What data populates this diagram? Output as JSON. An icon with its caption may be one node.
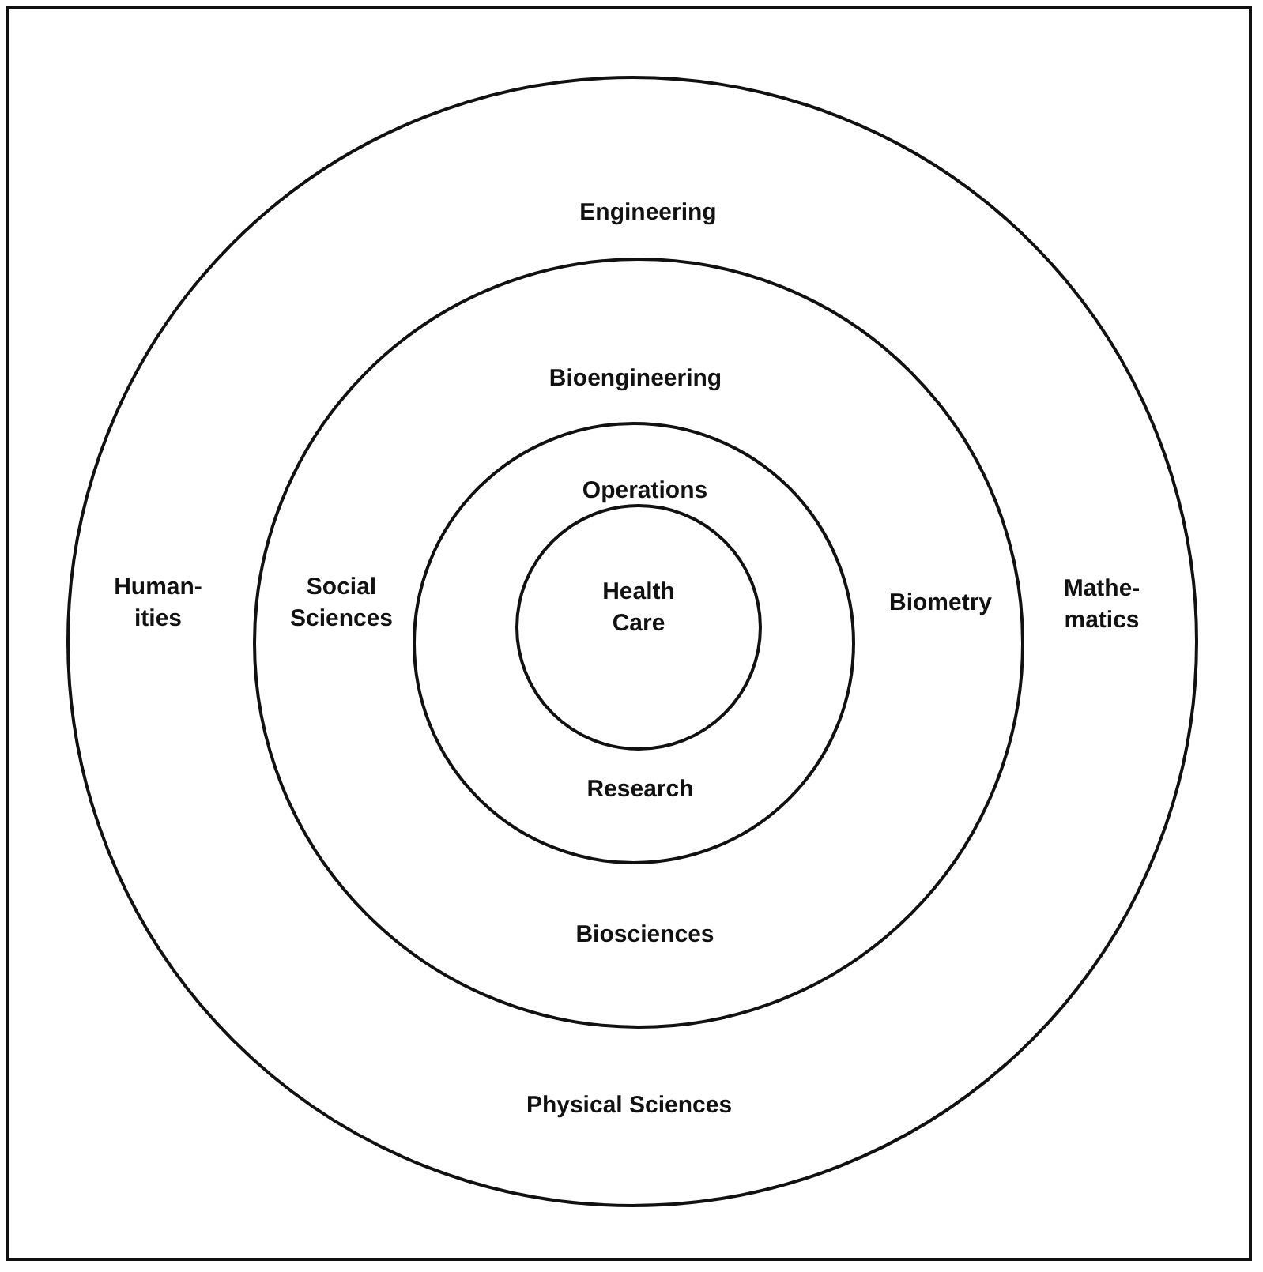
{
  "diagram": {
    "nodes": [
      {
        "text": [
          "Engineering",
          "Human- ities",
          "Mathe- matics",
          "Physical Sciences"
        ]
      },
      {
        "text": [
          "Bioengineering",
          "Social Sciences",
          "Biometry",
          "Biosciences"
        ],
        "in": 0
      },
      {
        "text": [
          "Operations",
          "Research"
        ],
        "in": 1
      },
      {
        "text": [
          "Health Care"
        ],
        "in": 2
      }
    ]
  }
}
